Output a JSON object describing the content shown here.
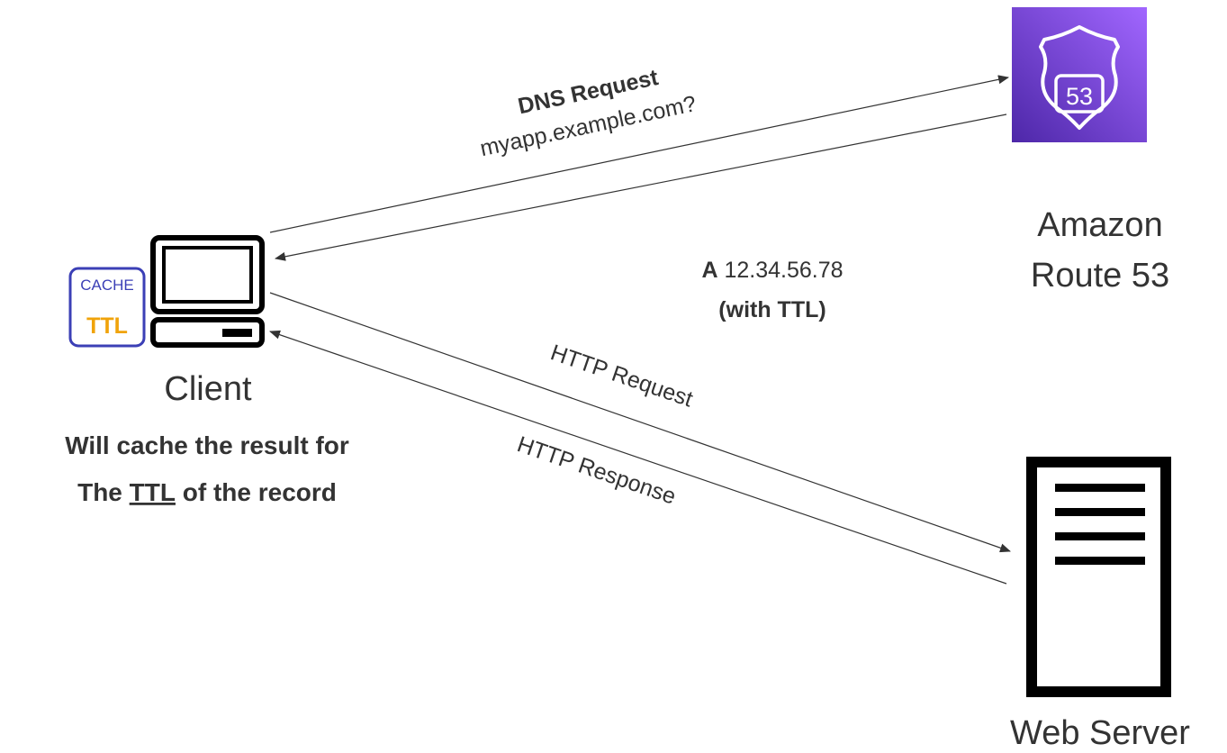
{
  "nodes": {
    "route53": {
      "icon_text": "53",
      "label_line1": "Amazon",
      "label_line2": "Route 53",
      "color": "#7B3FE4"
    },
    "client": {
      "cache_label": "CACHE",
      "ttl_label": "TTL",
      "label": "Client",
      "cache_border_color": "#3B3FB6",
      "ttl_color": "#F0A30A"
    },
    "web_server": {
      "label": "Web Server"
    }
  },
  "edges": {
    "dns_request": {
      "title": "DNS Request",
      "query": "myapp.example.com?"
    },
    "dns_response": {
      "record_type": "A",
      "ip": "12.34.56.78",
      "note": "(with TTL)"
    },
    "http_request": {
      "label": "HTTP Request"
    },
    "http_response": {
      "label": "HTTP Response"
    }
  },
  "note": {
    "line1": "Will cache the result for",
    "line2_pre": "The ",
    "line2_ttl": "TTL",
    "line2_post": " of the record"
  }
}
